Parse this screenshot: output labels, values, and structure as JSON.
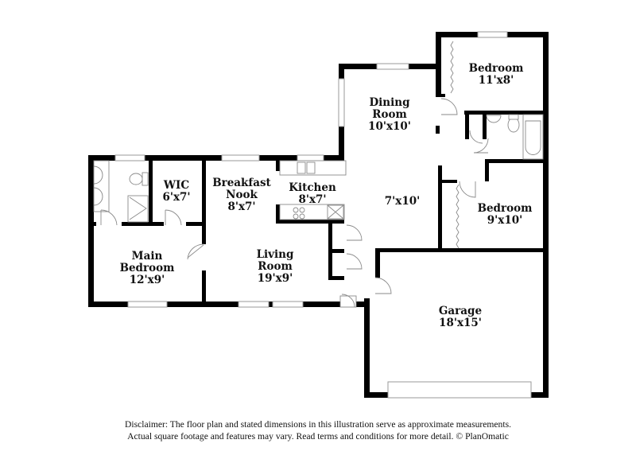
{
  "rooms": {
    "bedroom_ne": {
      "name": "Bedroom",
      "size": "11'x8'"
    },
    "dining": {
      "name1": "Dining",
      "name2": "Room",
      "size": "10'x10'"
    },
    "wic": {
      "name": "WIC",
      "size": "6'x7'"
    },
    "breakfast": {
      "name1": "Breakfast",
      "name2": "Nook",
      "size": "8'x7'"
    },
    "kitchen": {
      "name": "Kitchen",
      "size": "8'x7'"
    },
    "hall": {
      "size": "7'x10'"
    },
    "bedroom_e": {
      "name": "Bedroom",
      "size": "9'x10'"
    },
    "main_bedroom": {
      "name1": "Main",
      "name2": "Bedroom",
      "size": "12'x9'"
    },
    "living": {
      "name1": "Living",
      "name2": "Room",
      "size": "19'x9'"
    },
    "garage": {
      "name": "Garage",
      "size": "18'x15'"
    }
  },
  "disclaimer": {
    "line1": "Disclaimer: The floor plan and stated dimensions in this illustration serve as approximate measurements.",
    "line2": "Actual square footage and features may vary. Read terms and conditions for more detail. © PlanOmatic"
  },
  "colors": {
    "wall": "#000000",
    "fixture_stroke": "#8a8a8a",
    "background": "#ffffff"
  }
}
